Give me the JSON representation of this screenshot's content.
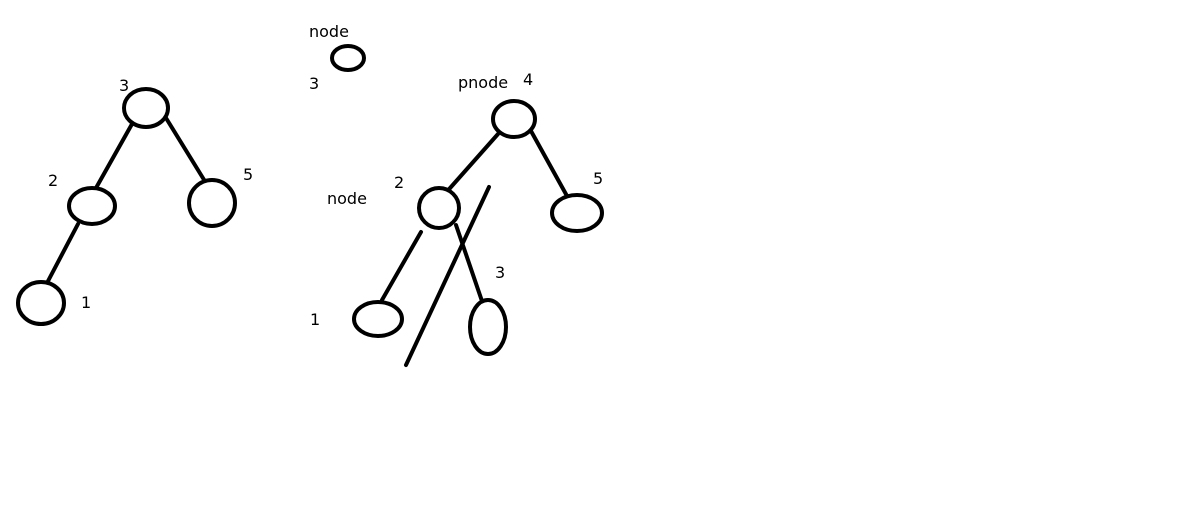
{
  "diagram": {
    "labels": {
      "left_root_value": "3",
      "left_node2_value": "2",
      "left_node5_value": "5",
      "left_node1_value": "1",
      "top_node_label": "node",
      "top_node_value": "3",
      "pnode_label": "pnode",
      "pnode_value": "4",
      "mid_node_label": "node",
      "mid_node_value": "2",
      "right_node5_value": "5",
      "right_node3_value": "3",
      "right_node1_value": "1"
    },
    "colors": {
      "stroke": "#000000",
      "background": "#ffffff"
    }
  }
}
